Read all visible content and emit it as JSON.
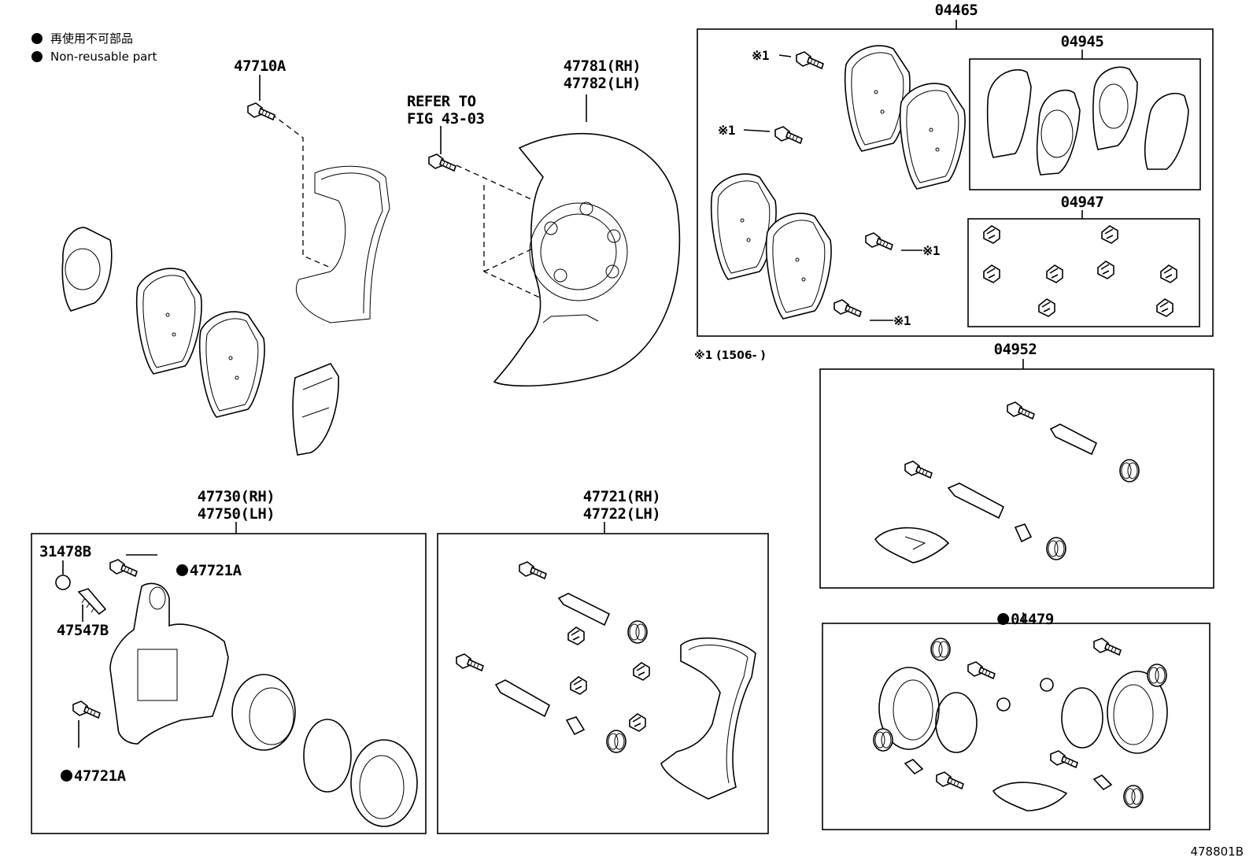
{
  "legend": [
    {
      "icon": "filled-circle",
      "text": "再使用不可部品"
    },
    {
      "icon": "filled-circle",
      "text": "Non-reusable part"
    }
  ],
  "labels": {
    "p47710A": "47710A",
    "refer_to": "REFER TO\nFIG 43-03",
    "p4778x": "47781(RH)\n47782(LH)",
    "p04465": "04465",
    "p04945": "04945",
    "p04947": "04947",
    "mark1_a": "※1",
    "mark1_b": "※1",
    "mark1_c": "※1",
    "mark1_d": "※1",
    "mark_note": "※1 (1506-        )",
    "p04952": "04952",
    "p04479": "04479",
    "p4773x": "47730(RH)\n47750(LH)",
    "p4772x": "47721(RH)\n47722(LH)",
    "p31478B": "31478B",
    "p47721A_top": "47721A",
    "p47547B": "47547B",
    "p47721A_bot": "47721A"
  },
  "figure_code": "478801B"
}
